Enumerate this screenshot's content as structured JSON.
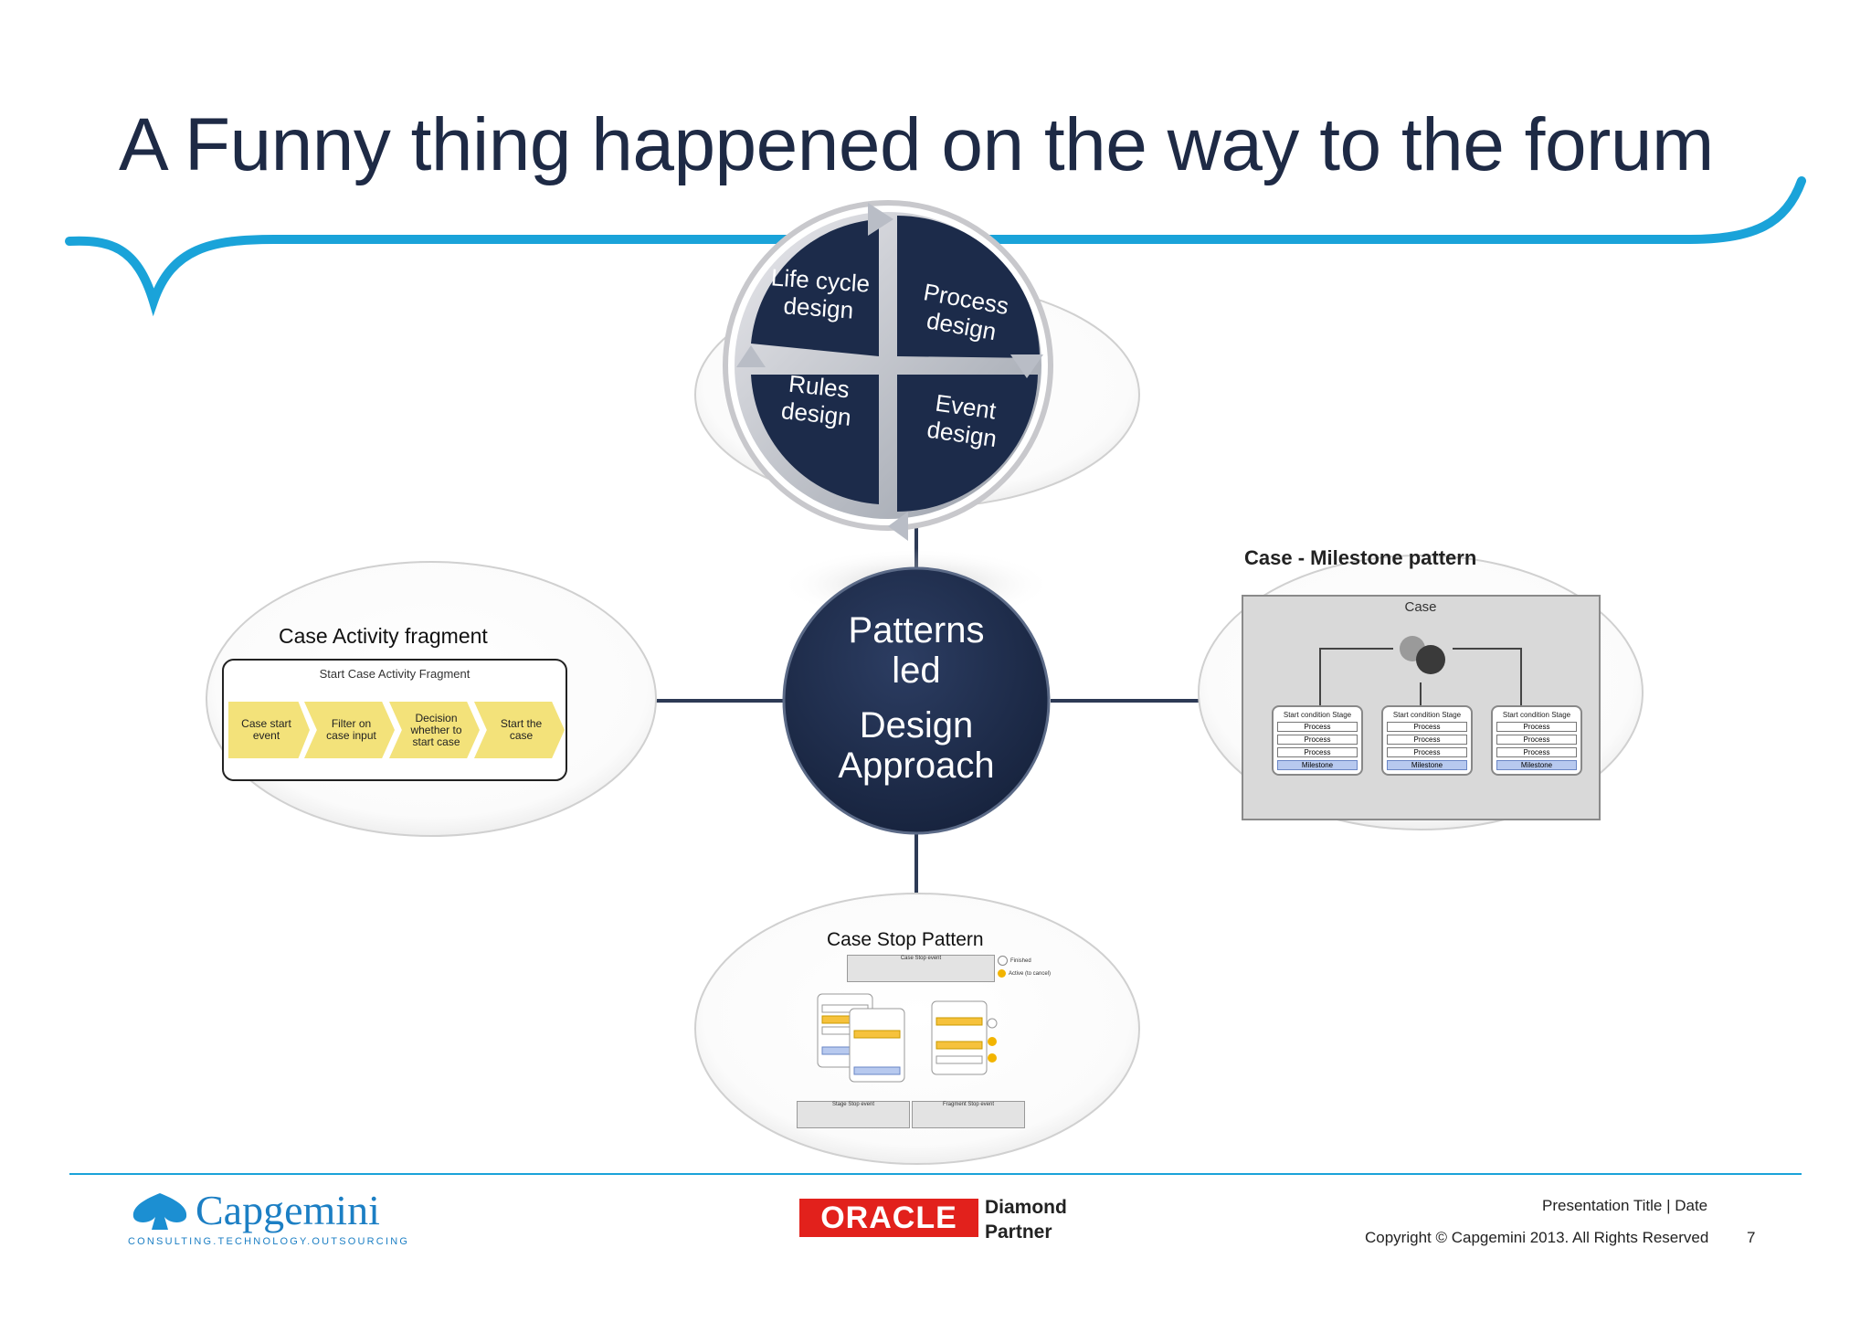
{
  "title": "A Funny thing happened on the way to the forum",
  "cycle": {
    "segments": [
      "Life cycle design",
      "Process design",
      "Rules design",
      "Event design"
    ]
  },
  "hub": {
    "line1": "Patterns",
    "line2": "led",
    "line3": "Design",
    "line4": "Approach"
  },
  "left_panel": {
    "title": "Case Activity fragment",
    "box_title": "Start Case Activity Fragment",
    "steps": [
      "Case start event",
      "Filter on case input",
      "Decision whether to start case",
      "Start the case"
    ]
  },
  "right_panel": {
    "title": "Case - Milestone pattern",
    "case_label": "Case",
    "stages": [
      {
        "head": "Start condition Stage",
        "rows": [
          "Process",
          "Process",
          "Process"
        ],
        "milestone": "Milestone"
      },
      {
        "head": "Start condition Stage",
        "rows": [
          "Process",
          "Process",
          "Process"
        ],
        "milestone": "Milestone"
      },
      {
        "head": "Start condition Stage",
        "rows": [
          "Process",
          "Process",
          "Process"
        ],
        "milestone": "Milestone"
      }
    ]
  },
  "bottom_panel": {
    "title": "Case Stop Pattern",
    "top_box": "Case Stop event",
    "legend": [
      "Finished",
      "Active (to cancel)"
    ],
    "bottom_boxes": [
      "Stage Stop event",
      "Fragment Stop event"
    ]
  },
  "footer": {
    "capgemini_logo": "Capgemini",
    "capgemini_tagline": "CONSULTING.TECHNOLOGY.OUTSOURCING",
    "oracle_logo": "ORACLE",
    "partner_line1": "Diamond",
    "partner_line2": "Partner",
    "presentation": "Presentation Title | Date",
    "copyright": "Copyright © Capgemini 2013. All Rights Reserved",
    "page_number": "7"
  },
  "colors": {
    "navy": "#1c2b4a",
    "accent_blue": "#1aa3d9",
    "chevron_yellow": "#f3e27a",
    "oracle_red": "#e2211c"
  }
}
